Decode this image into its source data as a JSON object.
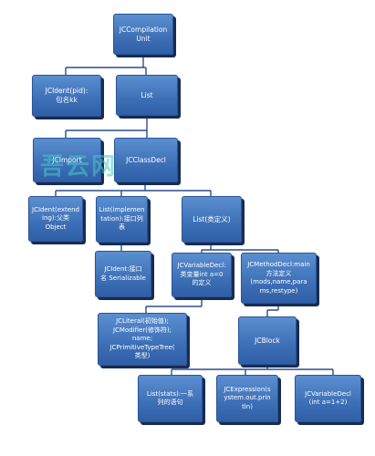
{
  "nodes": {
    "compilation_unit": "JCCompilation\nUnit",
    "ident_pid": "JCIdent(pid):\n包名kk",
    "list_root": "List",
    "import": "JCImport",
    "class_decl": "JCClassDecl",
    "ident_extending": "JCIdent(extend\ning):父类\nObject",
    "list_implementation": "List(implemen\ntation):接口列\n表",
    "list_class_def": "List(类定义)",
    "ident_interface": "JCIdent:接口\n名 Serializable",
    "variable_decl": "JCVariableDecl:\n类变量int a=0\n的定义",
    "method_decl": "JCMethodDecl:main\n方法定义\n(mods,name,para\nms,restype)",
    "literal_modifier": "JCLiteral(初始值);\nJCModifier(修饰符);\nname;\nJCPrimitiveTypeTree(\n类型)",
    "block": "JCBlock",
    "list_stats": "List(stats):一系\n列的语句",
    "expression": "JCExpression(s\nystem.out.prin\ntln)",
    "variable_decl_b": "JCVariableDecl\n(int a=1+2)"
  },
  "watermark": "吾云网",
  "colors": {
    "node_fill": "#3d6fb6",
    "node_border": "#2b5597",
    "node_shadow": "#162c52",
    "connector": "#2b4f8a",
    "label": "#ffffff"
  }
}
